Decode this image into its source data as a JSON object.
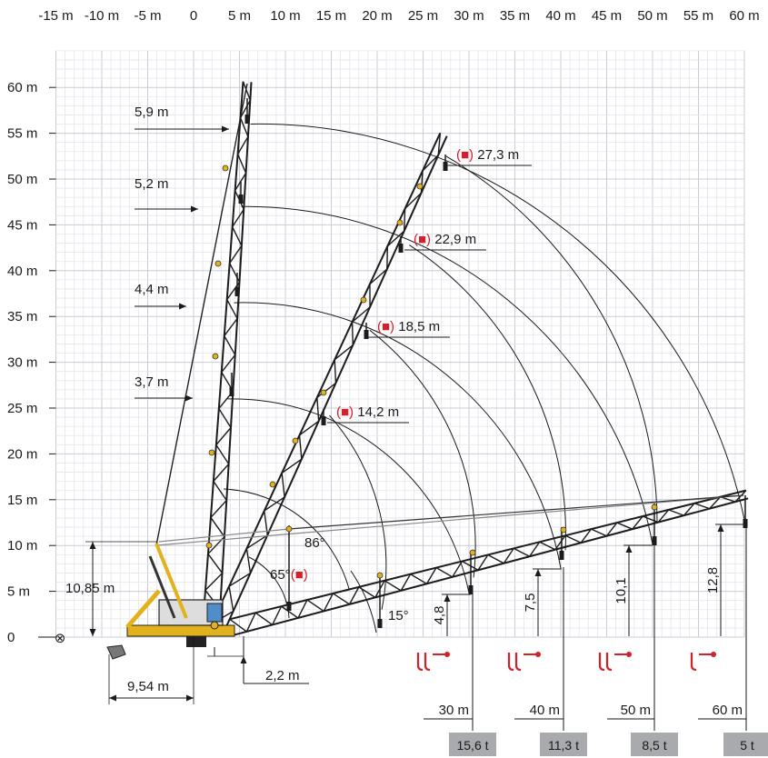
{
  "colors": {
    "grid": "#c9ccd6",
    "grid_minor": "#e3e5ec",
    "boom": "#1c1c1c",
    "accent": "#e2b21d",
    "red": "#d4202a",
    "tag_bg": "#a9aaad",
    "arc": "#1a1a1a"
  },
  "chart_data": {
    "type": "diagram",
    "x_axis": {
      "ticks": [
        -15,
        -10,
        -5,
        0,
        5,
        10,
        15,
        20,
        25,
        30,
        35,
        40,
        45,
        50,
        55,
        60
      ],
      "tick_labels": [
        "-15 m",
        "-10 m",
        "-5 m",
        "0",
        "5 m",
        "10 m",
        "15 m",
        "20 m",
        "25 m",
        "30 m",
        "35 m",
        "40 m",
        "45 m",
        "50 m",
        "55 m",
        "60 m"
      ]
    },
    "y_axis": {
      "ticks": [
        0,
        5,
        10,
        15,
        20,
        25,
        30,
        35,
        40,
        45,
        50,
        55,
        60
      ],
      "tick_labels": [
        "0",
        "5 m",
        "10 m",
        "15 m",
        "20 m",
        "25 m",
        "30 m",
        "35 m",
        "40 m",
        "45 m",
        "50 m",
        "55 m",
        "60 m"
      ]
    },
    "vertical_boom_heights": [
      {
        "label": "5,9 m",
        "y": 56
      },
      {
        "label": "5,2 m",
        "y": 47
      },
      {
        "label": "4,4 m",
        "y": 36.5
      },
      {
        "label": "3,7 m",
        "y": 26
      }
    ],
    "luffing_boom_heights": [
      {
        "label": "27,3 m",
        "y": 52.5
      },
      {
        "label": "22,9 m",
        "y": 42.8
      },
      {
        "label": "18,5 m",
        "y": 33.5
      },
      {
        "label": "14,2 m",
        "y": 24.2
      }
    ],
    "radius_columns": [
      {
        "radius_label": "30 m",
        "height_label": "4,8",
        "load_label": "15,6 t",
        "x": 30
      },
      {
        "radius_label": "40 m",
        "height_label": "7,5",
        "load_label": "11,3 t",
        "x": 40
      },
      {
        "radius_label": "50 m",
        "height_label": "10,1",
        "load_label": "8,5 t",
        "x": 50
      },
      {
        "radius_label": "60 m",
        "height_label": "12,8",
        "load_label": "5 t",
        "x": 60
      }
    ],
    "angles": [
      {
        "label": "86°"
      },
      {
        "label": "65°"
      },
      {
        "label": "15°"
      }
    ],
    "dimensions": {
      "pivot_height": "10,85 m",
      "tail_radius": "9,54 m",
      "pivot_offset": "2,2 m"
    },
    "marker_symbol": "(■)",
    "origin_marker": "⊗"
  }
}
